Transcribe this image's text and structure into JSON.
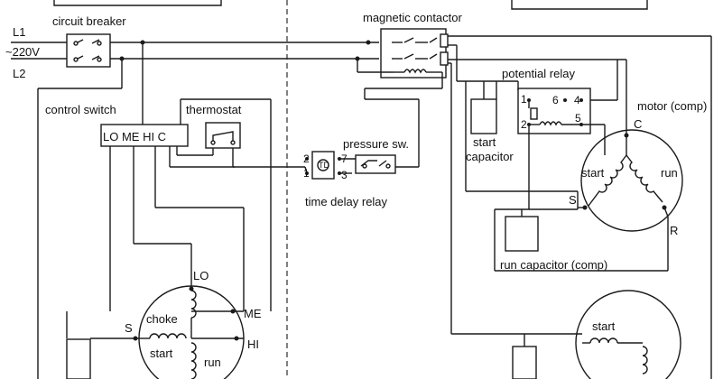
{
  "labels": {
    "circuit_breaker": "circuit breaker",
    "magnetic_contactor": "magnetic contactor",
    "l1": "L1",
    "voltage": "~220V",
    "l2": "L2",
    "potential_relay": "potential relay",
    "control_switch": "control switch",
    "thermostat": "thermostat",
    "motor_comp": "motor (comp)",
    "control_switch_terminals": "LO ME HI C",
    "pressure_sw": "pressure sw.",
    "start_capacitor_line1": "start",
    "start_capacitor_line2": "capacitor",
    "time_delay_relay": "time delay relay",
    "run_capacitor_comp": "run capacitor (comp)",
    "tdr_2": "2",
    "tdr_7": "7",
    "tdr_1": "1",
    "tdr_3": "3",
    "tdr_symbol": "TD",
    "pr_1": "1",
    "pr_6": "6",
    "pr_4": "4",
    "pr_2": "2",
    "pr_5": "5",
    "comp_c": "C",
    "comp_start": "start",
    "comp_run": "run",
    "comp_s": "S",
    "comp_r": "R",
    "fan_lo": "LO",
    "fan_me": "ME",
    "fan_hi": "HI",
    "fan_s": "S",
    "fan_choke": "choke",
    "fan_start": "start",
    "fan_run": "run",
    "fan2_start": "start"
  },
  "components": {
    "switch_icon": "switch-icon",
    "coil_icon": "coil-icon",
    "winding_icon": "winding-icon",
    "capacitor_icon": "capacitor-icon"
  }
}
